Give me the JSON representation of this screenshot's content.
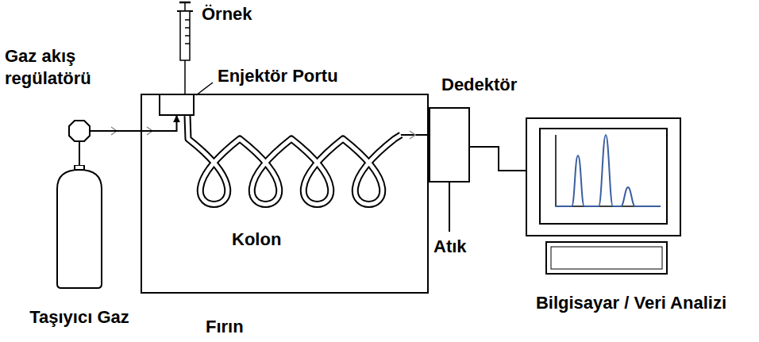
{
  "diagram": {
    "nodes": [
      {
        "text": [
          "Gaz akış regülatörü"
        ]
      },
      {
        "text": [
          "Taşıyıcı Gaz"
        ]
      },
      {
        "text": [
          "Fırın"
        ]
      },
      {
        "text": [
          "Enjektör Portu"
        ],
        "in": 2
      },
      {
        "text": [
          "Dedektör"
        ]
      },
      {
        "text": [
          "Bilgisayar / Veri Analizi"
        ]
      }
    ],
    "edges": [
      {
        "from": 1,
        "to": 0,
        "arrow": "none"
      },
      {
        "from": 0,
        "to": 3,
        "arrow": "to"
      },
      {
        "from": 4,
        "to": 5,
        "arrow": "none"
      }
    ],
    "labels": [
      "Örnek",
      "Kolon",
      "Atık"
    ]
  }
}
